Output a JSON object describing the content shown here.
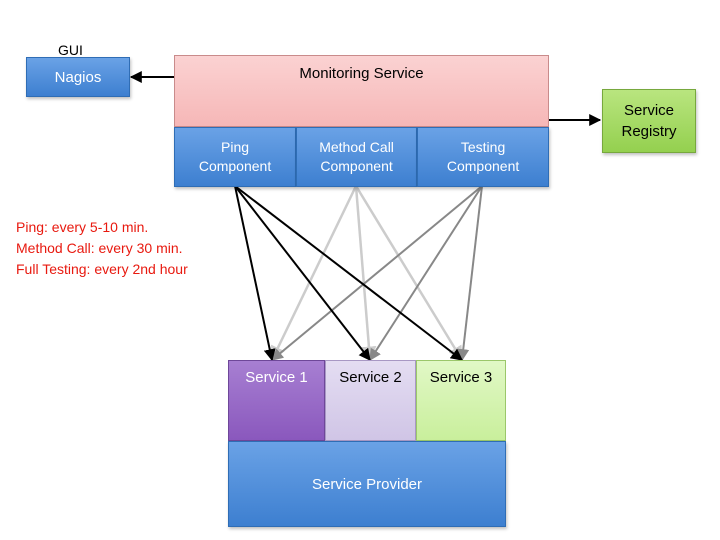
{
  "gui_label": "GUI",
  "nagios": {
    "label": "Nagios"
  },
  "monitoring": {
    "title": "Monitoring Service",
    "components": [
      {
        "line1": "Ping",
        "line2": "Component"
      },
      {
        "line1": "Method Call",
        "line2": "Component"
      },
      {
        "line1": "Testing",
        "line2": "Component"
      }
    ]
  },
  "registry": {
    "line1": "Service",
    "line2": "Registry"
  },
  "schedule": {
    "color": "#e8190f",
    "lines": [
      "Ping: every 5-10 min.",
      "Method Call: every 30 min.",
      "Full Testing: every 2nd hour"
    ]
  },
  "services": [
    {
      "label": "Service 1",
      "color": "#9b6cc7"
    },
    {
      "label": "Service 2",
      "color": "#ddd5ee"
    },
    {
      "label": "Service 3",
      "color": "#d8f5b5"
    }
  ],
  "provider": {
    "label": "Service Provider"
  },
  "connections": {
    "ping_color": "#000000",
    "method_color": "#cccccc",
    "testing_color": "#888888"
  }
}
